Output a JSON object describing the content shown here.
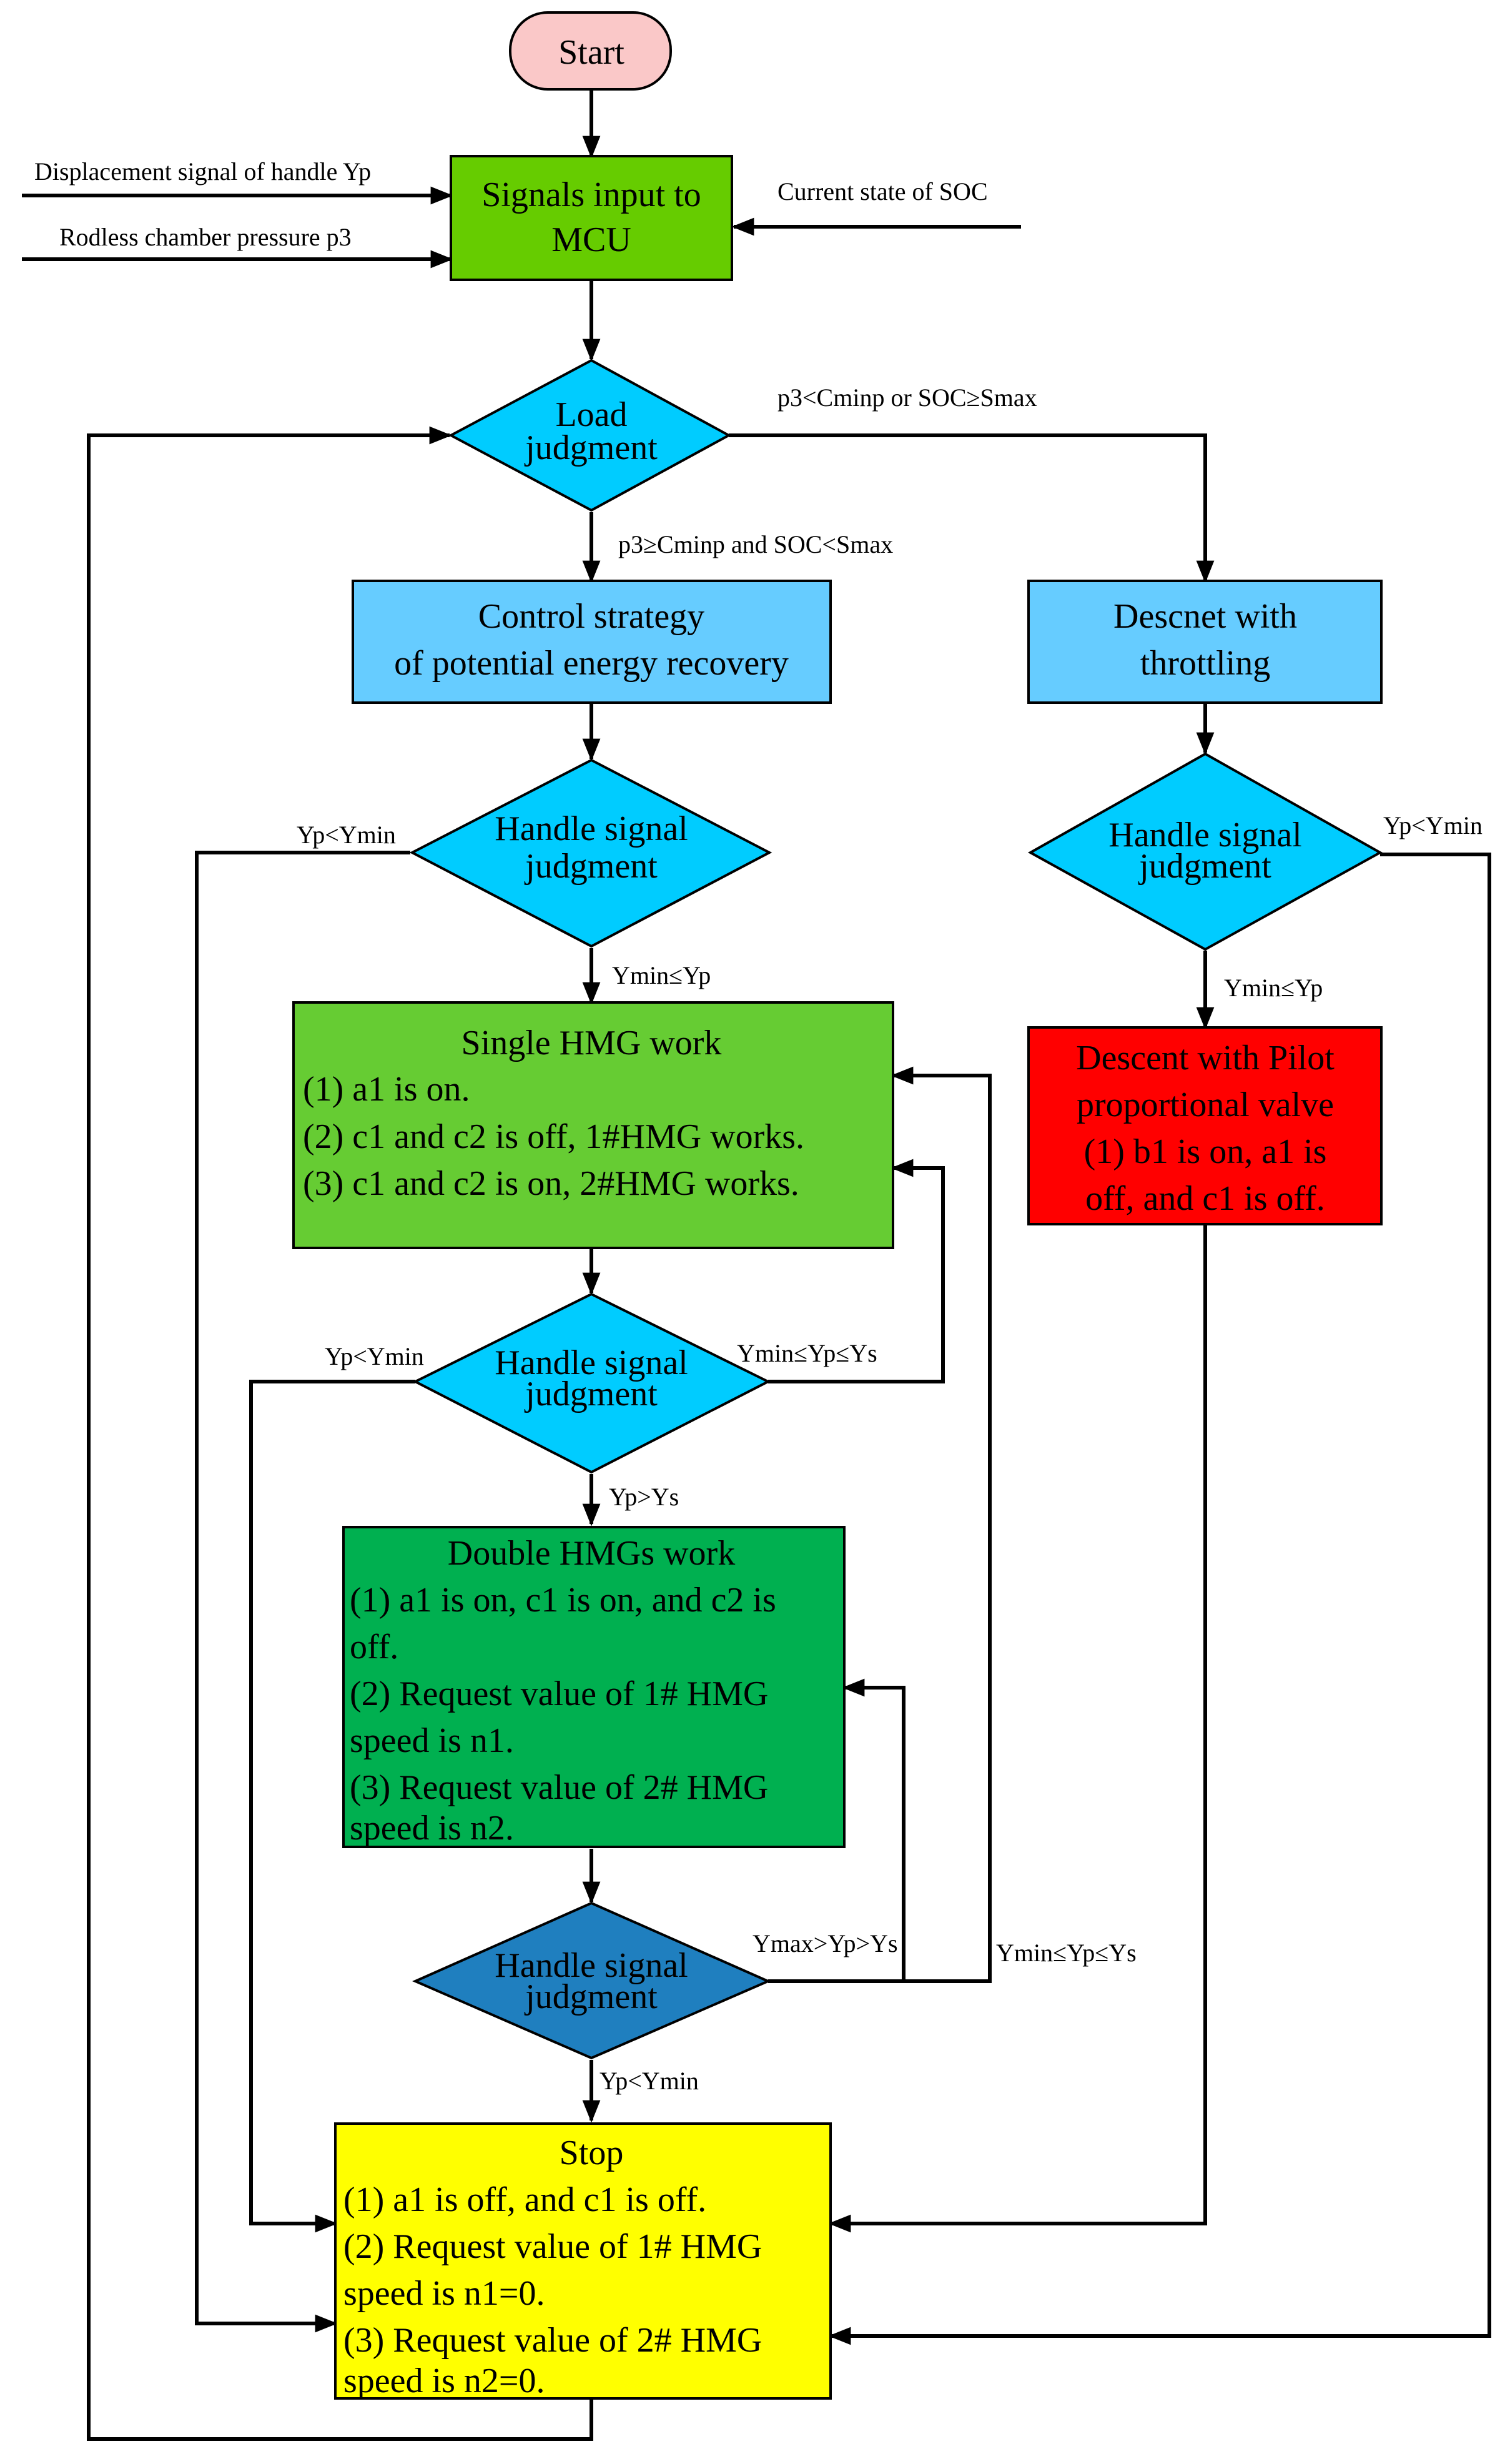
{
  "colors": {
    "start": "#FAC8C8",
    "input": "#66CC00",
    "decision": "#00CCFF",
    "decision_dark": "#1F7FBF",
    "process_blue": "#66CCFF",
    "green_light": "#66CC33",
    "green_dark": "#00B050",
    "red": "#FF0000",
    "yellow": "#FFFF00"
  },
  "nodes": {
    "start": "Start",
    "mcu": [
      "Signals input to",
      "MCU"
    ],
    "load": [
      "Load",
      "judgment"
    ],
    "recovery": [
      "Control strategy",
      "of potential energy recovery"
    ],
    "throttling": [
      "Descnet with",
      "throttling"
    ],
    "handle_left": [
      "Handle signal",
      "judgment"
    ],
    "handle_right": [
      "Handle signal",
      "judgment"
    ],
    "single": {
      "title": "Single HMG work",
      "lines": [
        "(1) a1 is on.",
        "(2) c1 and c2  is off, 1#HMG works.",
        "(3) c1 and c2  is on, 2#HMG works."
      ]
    },
    "pilot": {
      "lines": [
        "Descent with Pilot",
        "proportional valve",
        "(1) b1 is on, a1 is",
        "off, and c1  is off."
      ]
    },
    "handle_mid": [
      "Handle signal",
      "judgment"
    ],
    "double": {
      "title": "Double HMGs work",
      "lines": [
        "(1) a1 is on, c1 is on, and c2 is",
        "off.",
        "(2) Request value of 1# HMG",
        "speed is n1.",
        "(3) Request value of 2# HMG",
        "speed is n2."
      ]
    },
    "handle_bottom": [
      "Handle signal",
      "judgment"
    ],
    "stop": {
      "title": "Stop",
      "lines": [
        "(1) a1 is off, and c1 is off.",
        "(2) Request value of 1# HMG",
        "speed is n1=0.",
        "(3) Request value of 2# HMG",
        "speed is n2=0."
      ]
    }
  },
  "inputs": {
    "displacement": "Displacement signal of handle Yp",
    "rodless": "Rodless chamber pressure p3",
    "soc": "Current state of SOC"
  },
  "edge_labels": {
    "load_no": "p3<Cminp or SOC≥Smax",
    "load_yes": "p3≥Cminp and SOC<Smax",
    "hl_less": "Yp<Ymin",
    "hl_ok": "Ymin≤Yp",
    "hr_less": "Yp<Ymin",
    "hr_ok": "Ymin≤Yp",
    "hm_less": "Yp<Ymin",
    "hm_mid": "Ymin≤Yp≤Ys",
    "hm_more": "Yp>Ys",
    "hb_range": "Ymax>Yp>Ys",
    "hb_mid": "Ymin≤Yp≤Ys",
    "hb_less": "Yp<Ymin"
  }
}
